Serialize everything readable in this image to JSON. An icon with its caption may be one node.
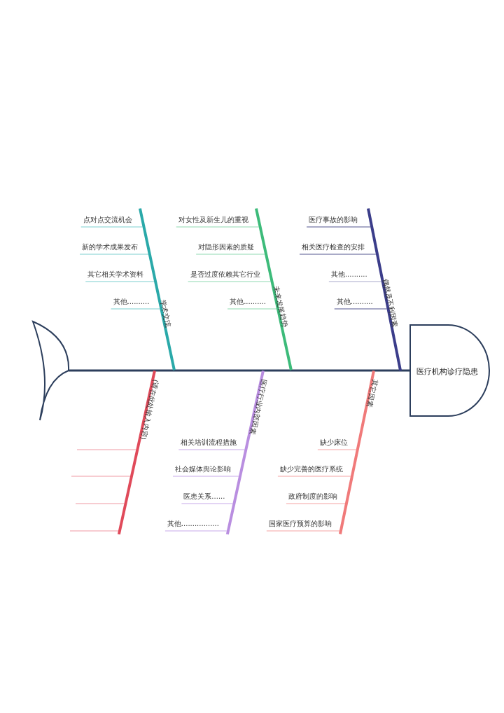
{
  "diagram": {
    "nodes": [
      {
        "text": [],
        "shape": "tail"
      },
      {
        "text": [
          "医疗机构诊疗隐患"
        ]
      },
      {
        "text": [
          "学术交流"
        ]
      },
      {
        "text": [
          "点对点交流机会"
        ]
      },
      {
        "text": [
          "新的学术成果发布"
        ]
      },
      {
        "text": [
          "其它相关学术资料"
        ]
      },
      {
        "text": [
          "其他.........."
        ]
      },
      {
        "text": [
          "未来发展趋势"
        ]
      },
      {
        "text": [
          "对女性及新生儿的重视"
        ]
      },
      {
        "text": [
          "对隐形因素的质疑"
        ]
      },
      {
        "text": [
          "是否过度依赖其它行业"
        ]
      },
      {
        "text": [
          "其他.........."
        ]
      },
      {
        "text": [
          "偶然及不利因素"
        ]
      },
      {
        "text": [
          "医疗事故的影响"
        ]
      },
      {
        "text": [
          "相关医疗检查的安排"
        ]
      },
      {
        "text": [
          "其他.........."
        ]
      },
      {
        "text": [
          "其他.........."
        ]
      },
      {
        "text": [
          "(请在此处输入内容)"
        ]
      },
      {
        "text": [
          "医疗行业内部因素"
        ]
      },
      {
        "text": [
          "相关培训流程措施"
        ]
      },
      {
        "text": [
          "社会媒体舆论影响"
        ]
      },
      {
        "text": [
          "医患关系......"
        ]
      },
      {
        "text": [
          "其他................."
        ]
      },
      {
        "text": [
          "其它因素"
        ]
      },
      {
        "text": [
          "缺少床位"
        ]
      },
      {
        "text": [
          "缺少完善的医疗系统"
        ]
      },
      {
        "text": [
          "政府制度的影响"
        ]
      },
      {
        "text": [
          "国家医疗预算的影响"
        ]
      }
    ],
    "edges": [
      {
        "from": 0,
        "to": 1,
        "arrow": "none",
        "style": "thick",
        "color": "#2c3e5c"
      },
      {
        "from": 3,
        "to": 2,
        "arrow": "none",
        "color": "#7ccfcf"
      },
      {
        "from": 4,
        "to": 2,
        "arrow": "none",
        "color": "#7ccfcf"
      },
      {
        "from": 5,
        "to": 2,
        "arrow": "none",
        "color": "#7ccfcf"
      },
      {
        "from": 6,
        "to": 2,
        "arrow": "none",
        "color": "#7ccfcf"
      },
      {
        "from": 8,
        "to": 7,
        "arrow": "none",
        "color": "#8fd9b2"
      },
      {
        "from": 9,
        "to": 7,
        "arrow": "none",
        "color": "#8fd9b2"
      },
      {
        "from": 10,
        "to": 7,
        "arrow": "none",
        "color": "#8fd9b2"
      },
      {
        "from": 11,
        "to": 7,
        "arrow": "none",
        "color": "#8fd9b2"
      },
      {
        "from": 13,
        "to": 12,
        "arrow": "none",
        "color": "#55578f"
      },
      {
        "from": 14,
        "to": 12,
        "arrow": "none",
        "color": "#55578f"
      },
      {
        "from": 15,
        "to": 12,
        "arrow": "none",
        "color": "#a9aacb"
      },
      {
        "from": 16,
        "to": 12,
        "arrow": "none",
        "color": "#55578f"
      },
      {
        "from": null,
        "to": 17,
        "arrow": "none",
        "color": "#ef9aa3"
      },
      {
        "from": null,
        "to": 17,
        "arrow": "none",
        "color": "#ef9aa3"
      },
      {
        "from": null,
        "to": 17,
        "arrow": "none",
        "color": "#ef9aa3"
      },
      {
        "from": null,
        "to": 17,
        "arrow": "none",
        "color": "#ef9aa3"
      },
      {
        "from": 19,
        "to": 18,
        "arrow": "none",
        "color": "#c8a9ea"
      },
      {
        "from": 20,
        "to": 18,
        "arrow": "none",
        "color": "#c8a9ea"
      },
      {
        "from": 21,
        "to": 18,
        "arrow": "none",
        "color": "#c8a9ea"
      },
      {
        "from": 22,
        "to": 18,
        "arrow": "none",
        "color": "#c8a9ea"
      },
      {
        "from": 24,
        "to": 23,
        "arrow": "none",
        "color": "#f5a3a3"
      },
      {
        "from": 25,
        "to": 23,
        "arrow": "none",
        "color": "#f5a3a3"
      },
      {
        "from": 26,
        "to": 23,
        "arrow": "none",
        "color": "#f5a3a3"
      },
      {
        "from": 27,
        "to": 23,
        "arrow": "none",
        "color": "#f5a3a3"
      }
    ]
  }
}
